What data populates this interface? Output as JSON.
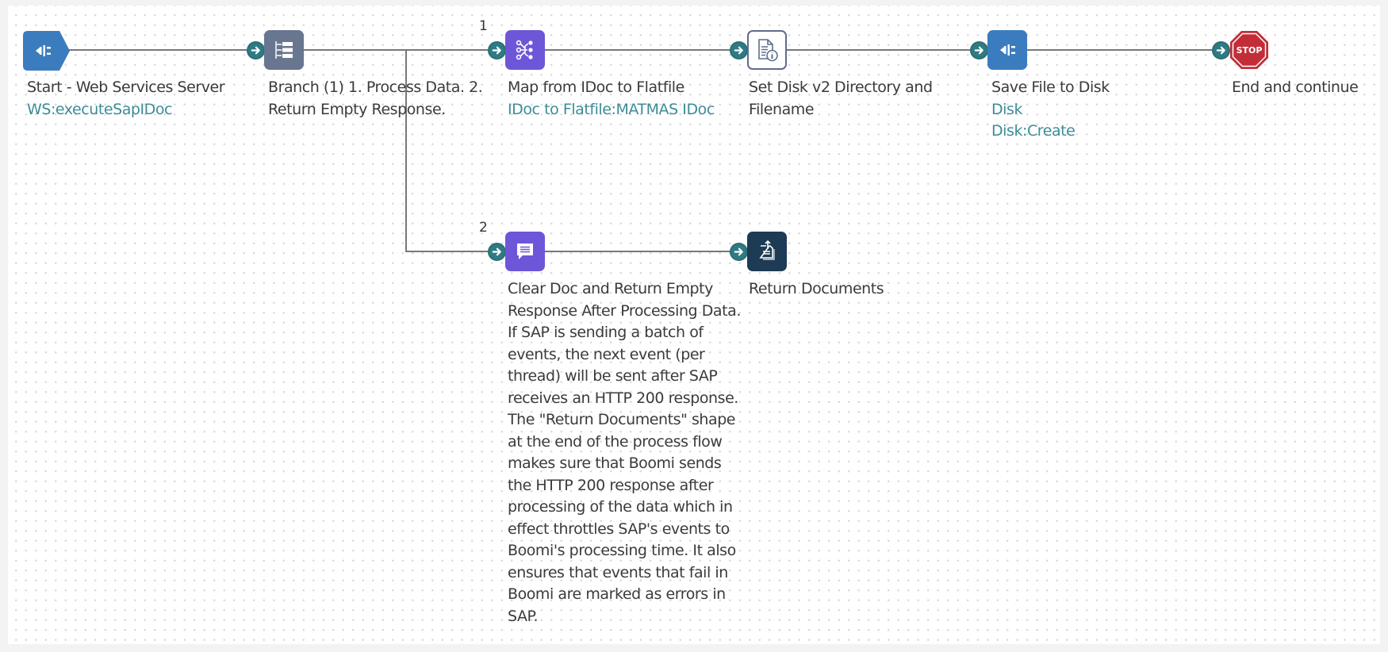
{
  "canvas": {
    "colors": {
      "connector_blue": "#3b7cbf",
      "branch_gray": "#687690",
      "map_purple": "#6e56d8",
      "message_purple": "#6e56d8",
      "return_navy": "#1d3b54",
      "stop_red": "#c22d37",
      "arrow_teal": "#2f7b84",
      "link_text": "#3d8c98"
    },
    "shapes": [
      {
        "id": "start",
        "type": "connector-start",
        "icon": "plug-icon",
        "title": "Start - Web Services Server",
        "sub": [
          "WS:executeSapIDoc"
        ]
      },
      {
        "id": "branch",
        "type": "branch",
        "icon": "branch-icon",
        "title_lines": [
          "Branch (1) 1. Process Data. 2.",
          "Return Empty Response."
        ]
      },
      {
        "id": "map",
        "type": "map",
        "icon": "map-icon",
        "title": "Map from IDoc to Flatfile",
        "sub": [
          "IDoc to Flatfile:MATMAS IDoc"
        ],
        "branch_label": "1"
      },
      {
        "id": "set-props",
        "type": "set-properties",
        "icon": "document-info-icon",
        "title_lines": [
          "Set Disk v2 Directory and",
          "Filename"
        ]
      },
      {
        "id": "save",
        "type": "connector",
        "icon": "plug-icon",
        "title": "Save File to Disk",
        "sub": [
          "Disk",
          "Disk:Create"
        ]
      },
      {
        "id": "stop",
        "type": "stop",
        "icon": "stop-icon",
        "icon_text": "STOP",
        "title": "End and continue"
      },
      {
        "id": "message",
        "type": "message",
        "icon": "message-icon",
        "branch_label": "2",
        "title_lines": [
          "Clear Doc and Return Empty",
          "Response After Processing Data.",
          "If SAP is sending a batch of",
          "events, the next event (per",
          "thread) will be sent after SAP",
          "receives an HTTP 200 response.",
          "The \"Return Documents\" shape",
          "at the end of the process flow",
          "makes sure that Boomi sends",
          "the HTTP 200 response after",
          "processing of the data which in",
          "effect throttles SAP's events to",
          "Boomi's processing time. It also",
          "ensures that events that fail in",
          "Boomi are marked as errors in",
          "SAP."
        ]
      },
      {
        "id": "return-docs",
        "type": "return-documents",
        "icon": "return-documents-icon",
        "title": "Return Documents"
      }
    ]
  }
}
